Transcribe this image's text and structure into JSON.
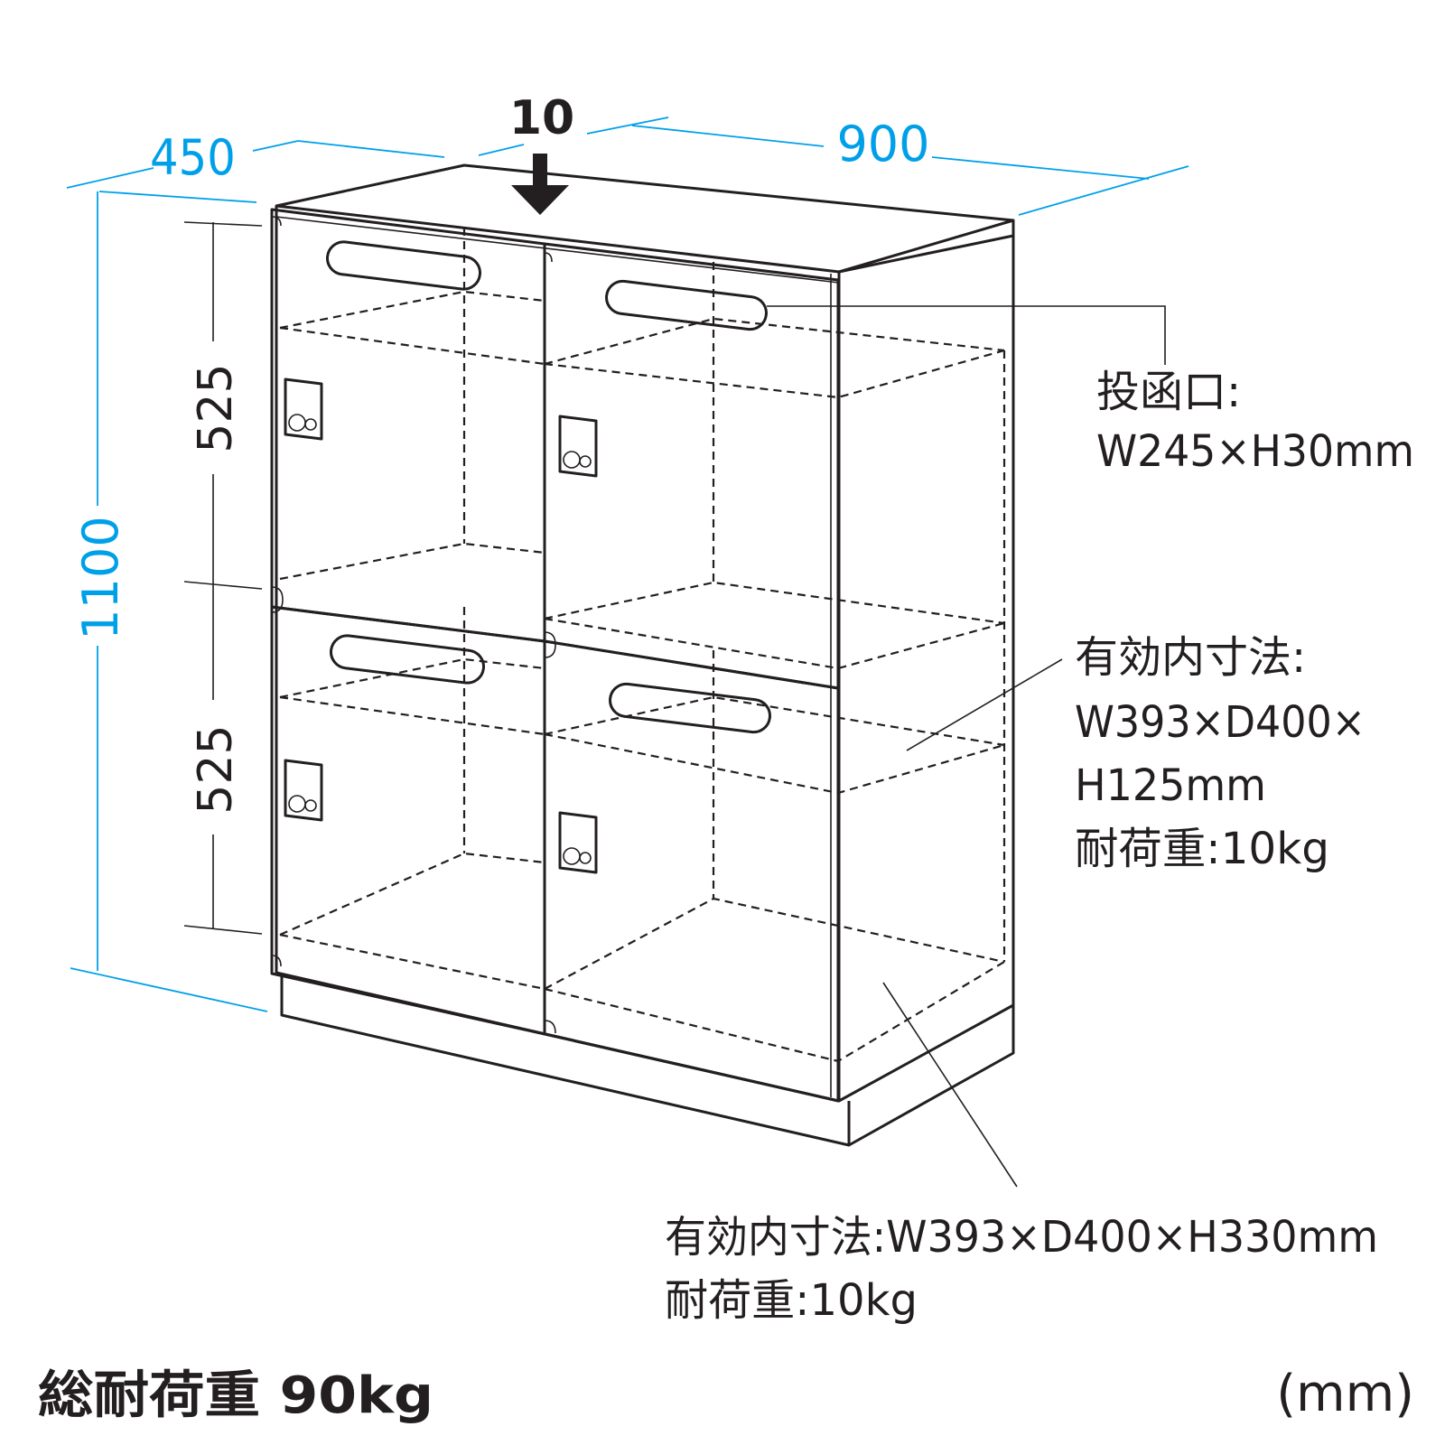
{
  "dimensions": {
    "depth": "450",
    "width": "900",
    "height": "1100",
    "upper_section": "525",
    "lower_section": "525",
    "top_load": "10"
  },
  "callouts": {
    "slot_label": "投函口:",
    "slot_size": "W245×H30mm",
    "upper_inner_label": "有効内寸法:",
    "upper_inner_size_1": "W393×D400×",
    "upper_inner_size_2": "H125mm",
    "upper_load": "耐荷重:10kg",
    "lower_inner": "有効内寸法:W393×D400×H330mm",
    "lower_load": "耐荷重:10kg"
  },
  "footer": {
    "total_load": "総耐荷重 90kg",
    "unit": "(mm)"
  },
  "colors": {
    "dimension": "#00a0e9",
    "drawing": "#231f20"
  }
}
